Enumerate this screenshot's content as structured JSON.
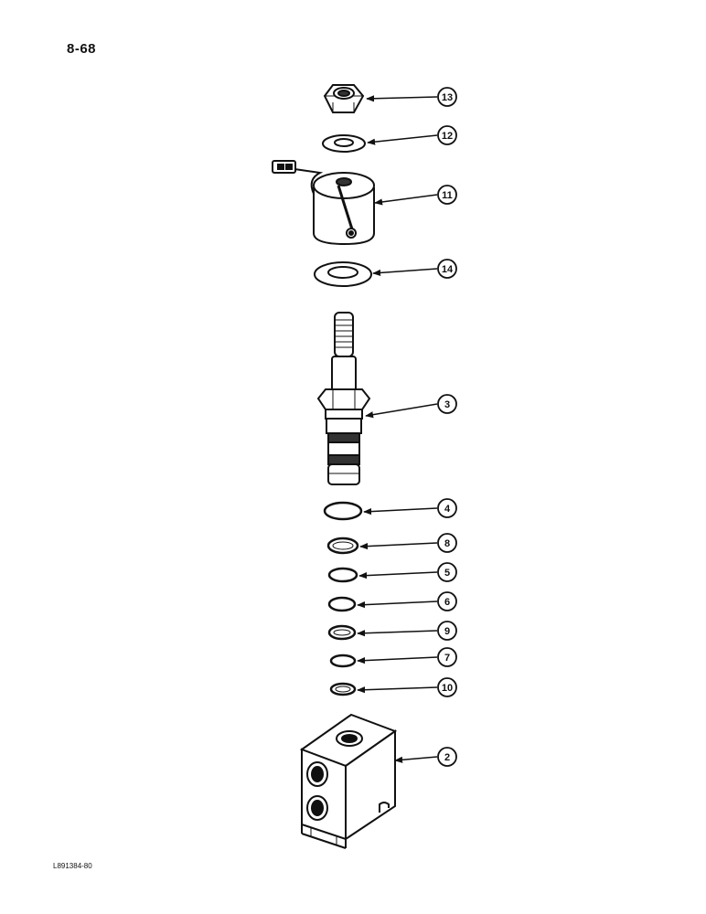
{
  "page": {
    "page_number": "8-68",
    "figure_code": "L891384-80"
  },
  "callouts": [
    {
      "label": "13",
      "part": "nut"
    },
    {
      "label": "12",
      "part": "washer"
    },
    {
      "label": "11",
      "part": "solenoid-coil"
    },
    {
      "label": "14",
      "part": "washer"
    },
    {
      "label": "3",
      "part": "cartridge-valve"
    },
    {
      "label": "4",
      "part": "o-ring"
    },
    {
      "label": "8",
      "part": "backup-ring"
    },
    {
      "label": "5",
      "part": "o-ring"
    },
    {
      "label": "6",
      "part": "o-ring"
    },
    {
      "label": "9",
      "part": "backup-ring"
    },
    {
      "label": "7",
      "part": "o-ring"
    },
    {
      "label": "10",
      "part": "backup-ring"
    },
    {
      "label": "2",
      "part": "valve-body"
    }
  ]
}
